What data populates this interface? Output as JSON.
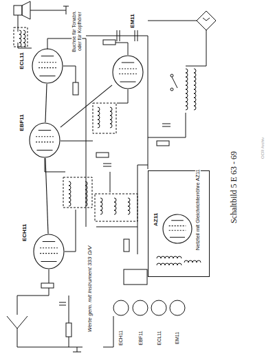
{
  "diagram": {
    "title": "Schaltbild 5 E 63 - 69",
    "nodes": [
      {
        "text": [
          "ECL11"
        ]
      },
      {
        "text": [
          "EM11"
        ]
      },
      {
        "text": [
          "EBF11"
        ]
      },
      {
        "text": [
          "ECH11"
        ]
      },
      {
        "text": [
          "Netzteil mit Gleichrichterröhre AZ11"
        ]
      },
      {
        "text": [
          "AZ11"
        ],
        "in": 4
      }
    ],
    "edges": [
      {
        "from": 3,
        "to": 2,
        "arrow": "none"
      },
      {
        "from": 2,
        "to": 0,
        "arrow": "none"
      },
      {
        "from": 2,
        "to": 1,
        "arrow": "none"
      }
    ],
    "labels": [
      "Buchse für Tonabn. oder für Kopfhörer",
      "Werte gem. mit Instrument 333 Ω/V",
      "ECH11",
      "EBF11",
      "ECL11",
      "EM11",
      "OCR Archiv"
    ]
  }
}
